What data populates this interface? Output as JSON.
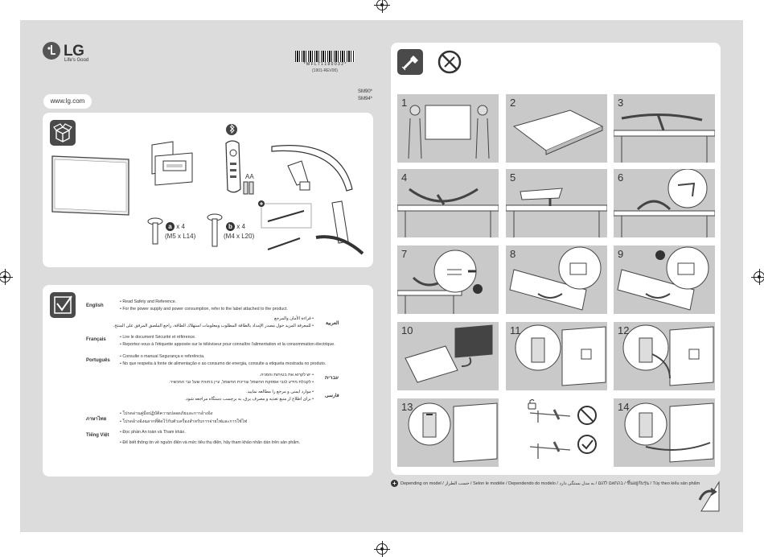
{
  "brand": {
    "name": "LG",
    "tagline": "Life's Good"
  },
  "website": "www.lg.com",
  "barcode": {
    "text": "* M F L 7 1 1 8 0 0 3 2 *",
    "code": "(1901-REV00)"
  },
  "models": [
    "SM90*",
    "SM94*"
  ],
  "screws": [
    {
      "badge": "a",
      "qty": "x 4",
      "spec": "(M5 x L14)"
    },
    {
      "badge": "b",
      "qty": "x 4",
      "spec": "(M4 x L20)"
    }
  ],
  "battery_label": "AA",
  "languages": [
    {
      "name": "English",
      "lines": [
        "• Read Safety and Reference.",
        "• For the power supply and power consumption, refer to the label attached to the product."
      ]
    },
    {
      "name": "العربية",
      "lines": [
        "• قراءة الأمان والمرجع",
        "• للمعرفة المزيد حول مصدر الإمداد بالطاقة المطلوب ومعلومات استهلاك الطاقة، راجع الملصق المرفق على المنتج."
      ]
    },
    {
      "name": "Français",
      "lines": [
        "• Lire le document Sécurité et référence.",
        "• Reportez-vous à l'étiquette apposée sur le téléviseur pour connaître l'alimentation et la consommation électrique."
      ]
    },
    {
      "name": "Português",
      "lines": [
        "• Consulte o manual Segurança e referência.",
        "• No que respeita à fonte de alimentação e ao consumo de energia, consulte a etiqueta mostrada no produto."
      ]
    },
    {
      "name": "עברית",
      "lines": [
        "• יש לקרוא את בטיחות והפניה.",
        "• לקבלת מידע לגבי אספקת החשמל וצריכת החשמל, עיין בתווית שעל גבי המכשיר."
      ]
    },
    {
      "name": "فارسی",
      "lines": [
        "• موارد ایمنی و مرجع را مطالعه نمایید.",
        "• برای اطلاع از منبع تغذیه و مصرف برق، به برچسب دستگاه مراجعه شود."
      ]
    },
    {
      "name": "ภาษาไทย",
      "lines": [
        "• โปรดอ่านคู่มือปฏิบัติความปลอดภัยและการอ้างอิง",
        "• โปรดอ้างอิงฉลากที่ติดไว้กับตัวเครื่องสำหรับการจ่ายไฟและการใช้ไฟ"
      ]
    },
    {
      "name": "Tiếng Việt",
      "lines": [
        "• Đọc phần An toàn và Tham khảo.",
        "• Để biết thông tin về nguồn điện và mức tiêu thụ điện, hãy tham khảo nhãn dán trên sản phẩm."
      ]
    }
  ],
  "steps": [
    "1",
    "2",
    "3",
    "4",
    "5",
    "6",
    "7",
    "8",
    "9",
    "10",
    "11",
    "12",
    "13",
    "14"
  ],
  "footer": {
    "note": "Depending on model / حسب الطراز / Selon le modèle / Dependendo do modelo / בהתאם לדגם / به مدل بستگی دارد / ขึ้นอยู่กับรุ่น / Tùy theo kiểu sản phẩm"
  },
  "colors": {
    "sheet": "#dcdcdc",
    "panel": "#ffffff",
    "step_bg": "#c9c9c9",
    "icon_dark": "#4a4a4a"
  }
}
